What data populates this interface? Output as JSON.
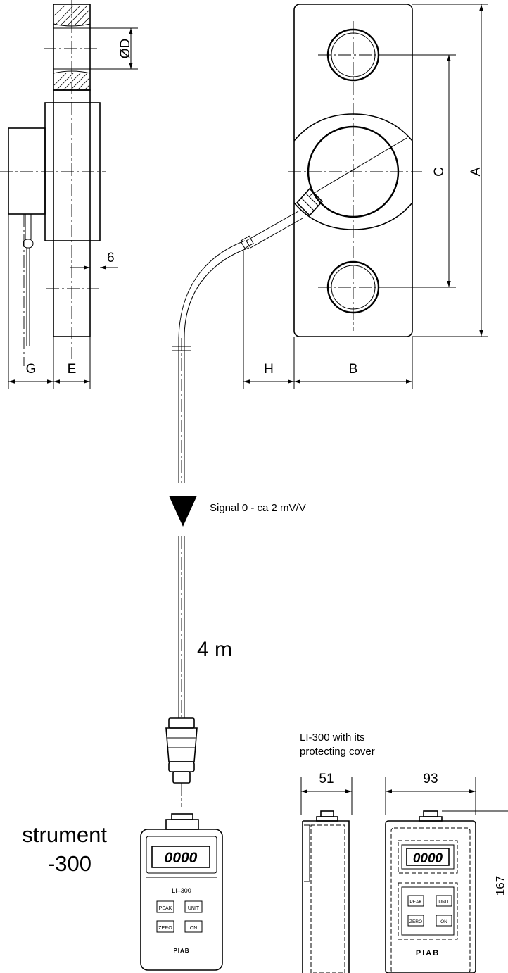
{
  "dimensions": {
    "bore_diameter": "ØD",
    "length": "A",
    "hole_spacing": "C",
    "width": "B",
    "cable_offset": "H",
    "plate_thickness": "E",
    "housing_depth": "G",
    "hub_step": "6"
  },
  "signal": {
    "label": "Signal  0 - ca 2 mV/V"
  },
  "cable": {
    "length_label": "4 m"
  },
  "instrument": {
    "caption_line1": "strument",
    "caption_line2": "-300",
    "display_value": "0000",
    "model_label": "LI–300",
    "buttons": {
      "peak": "PEAK",
      "unit": "UNIT",
      "zero": "ZERO",
      "on": "ON"
    },
    "brand": "PIAB"
  },
  "cover": {
    "title_line1": "LI-300  with its",
    "title_line2": "protecting  cover",
    "depth": "51",
    "width": "93",
    "height": "167",
    "display_value": "0000",
    "buttons": {
      "peak": "PEAK",
      "unit": "UNIT",
      "zero": "ZERO",
      "on": "ON"
    },
    "brand": "PIAB"
  }
}
